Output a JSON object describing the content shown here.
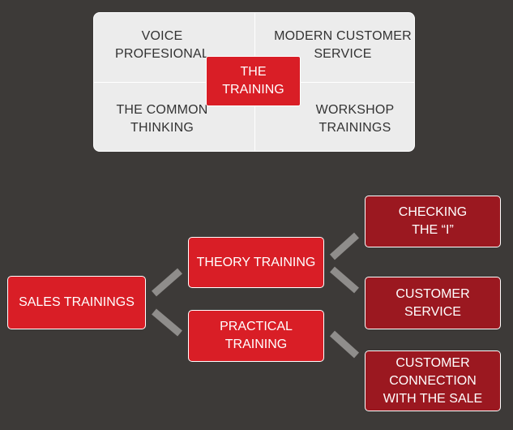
{
  "top_grid": {
    "top_left": "VOICE\nPROFESIONAL",
    "top_right": "MODERN CUSTOMER\nSERVICE",
    "bottom_left": "THE COMMON\nTHINKING",
    "bottom_right": "WORKSHOP\nTRAININGS",
    "center": "THE\nTRAINING"
  },
  "tree": {
    "root": "SALES TRAININGS",
    "theory": "THEORY TRAINING",
    "practical": "PRACTICAL\nTRAINING",
    "checking": "CHECKING\nTHE “I”",
    "customer_service": "CUSTOMER\nSERVICE",
    "customer_connection": "CUSTOMER\nCONNECTION\nWITH THE SALE"
  },
  "colors": {
    "background": "#3d3a38",
    "accent_red": "#d91e26",
    "dark_red": "#9b1820",
    "light_box": "#ececec",
    "connector": "#8f8d8b"
  }
}
